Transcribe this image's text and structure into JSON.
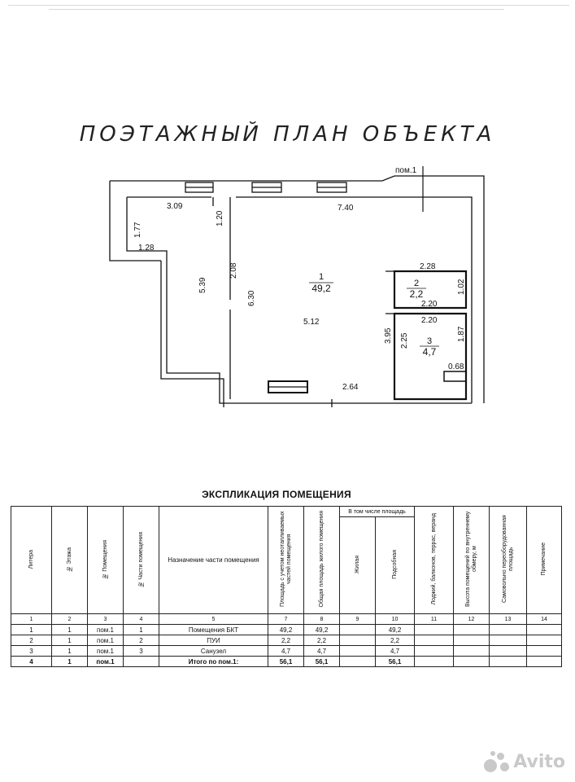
{
  "document": {
    "title": "ПОЭТАЖНЫЙ ПЛАН ОБЪЕКТА"
  },
  "plan": {
    "unit_label": "пом.1",
    "rooms": [
      {
        "number": "1",
        "area": "49,2"
      },
      {
        "number": "2",
        "area": "2,2"
      },
      {
        "number": "3",
        "area": "4,7"
      }
    ],
    "dimensions": [
      "3.09",
      "1.20",
      "7.40",
      "1.77",
      "1.28",
      "5.39",
      "2.08",
      "6.30",
      "5.12",
      "2.28",
      "1.02",
      "2.20",
      "2.20",
      "3.95",
      "2.25",
      "1.87",
      "0.68",
      "2.64"
    ]
  },
  "explication": {
    "title": "ЭКСПЛИКАЦИЯ ПОМЕЩЕНИЯ",
    "headers": {
      "litera": "Литера",
      "floor": "№ Этажа",
      "room_no": "№ Помещения",
      "part_no": "№ Части помещения",
      "purpose": "Назначение части помещения",
      "area_incl": "Площадь с учетом неотапливаемых частей помещения",
      "total_area": "Общая площадь жилого помещения",
      "incl_group": "В том числе площадь",
      "living": "Жилая",
      "auxiliary": "Подсобная",
      "loggia": "Лоджий, балконов, террас, веранд",
      "height": "Высота помещений по внутреннему обмеру, м",
      "unauthorized": "Самовольно переоборудованная площадь",
      "note": "Примечание"
    },
    "column_numbers": [
      "1",
      "2",
      "3",
      "4",
      "5",
      "7",
      "8",
      "9",
      "10",
      "11",
      "12",
      "13",
      "14"
    ],
    "rows": [
      {
        "litera": "1",
        "floor": "1",
        "room": "пом.1",
        "part": "1",
        "purpose": "Помещения БКТ",
        "area": "49,2",
        "total": "49,2",
        "living": "",
        "aux": "49,2",
        "loggia": "",
        "height": "",
        "unauth": "",
        "note": ""
      },
      {
        "litera": "2",
        "floor": "1",
        "room": "пом.1",
        "part": "2",
        "purpose": "ПУИ",
        "area": "2,2",
        "total": "2,2",
        "living": "",
        "aux": "2,2",
        "loggia": "",
        "height": "",
        "unauth": "",
        "note": ""
      },
      {
        "litera": "3",
        "floor": "1",
        "room": "пом.1",
        "part": "3",
        "purpose": "Санузел",
        "area": "4,7",
        "total": "4,7",
        "living": "",
        "aux": "4,7",
        "loggia": "",
        "height": "",
        "unauth": "",
        "note": ""
      }
    ],
    "total": {
      "litera": "4",
      "floor": "1",
      "room": "пом.1",
      "part": "",
      "purpose": "Итого по пом.1:",
      "area": "56,1",
      "total": "56,1",
      "living": "",
      "aux": "56,1",
      "loggia": "",
      "height": "",
      "unauth": "",
      "note": ""
    }
  },
  "watermark": {
    "brand": "Avito",
    "icon": "avito-logo-icon"
  }
}
